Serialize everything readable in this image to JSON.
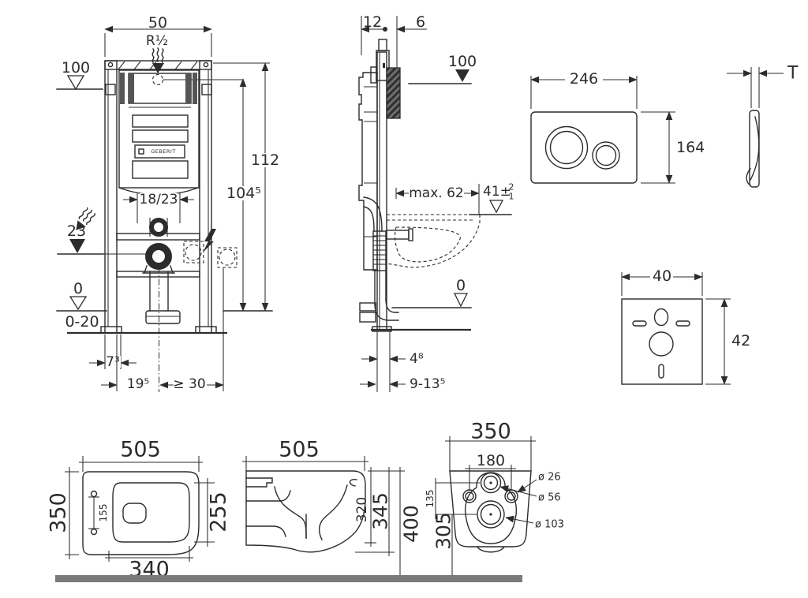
{
  "colors": {
    "line": "#2c2c2c",
    "floor": "#7a7a7a",
    "bg": "#ffffff"
  },
  "frame_front": {
    "width_top": "50",
    "thread": "R½",
    "level_high": "100",
    "height_total": "112",
    "height_inner": "104⁵",
    "supply_range": "18/23",
    "level_supply": "23",
    "level_zero": "0",
    "floor_range": "0-20",
    "foot_offset": "7³",
    "drain_offset": "19⁵",
    "clearance": "≥ 30",
    "brand": "GEBERIT"
  },
  "frame_side": {
    "depth_rail": "12",
    "depth_front": "6",
    "level_high": "100",
    "outlet_max": "max. 62",
    "bowl_level": "41±",
    "tol_plus": "2",
    "tol_minus": "1",
    "level_zero": "0",
    "wall_gap": "4⁸",
    "finish_range": "9-13⁵"
  },
  "flush_plate": {
    "width": "246",
    "height": "164",
    "thickness": "T"
  },
  "sound_pad": {
    "width": "40",
    "height": "42"
  },
  "pan_top": {
    "width": "505",
    "depth": "350",
    "seat_depth": "255",
    "rim_width": "340",
    "hole_span": "155"
  },
  "pan_side": {
    "depth": "505",
    "height_inner": "320",
    "height_body": "345",
    "height_total": "400"
  },
  "pan_rear": {
    "width": "350",
    "hole_span": "180",
    "dia_small": "ø 26",
    "dia_mid": "ø 56",
    "dia_outlet": "ø 103",
    "centre_span": "135",
    "outlet_height": "305"
  }
}
